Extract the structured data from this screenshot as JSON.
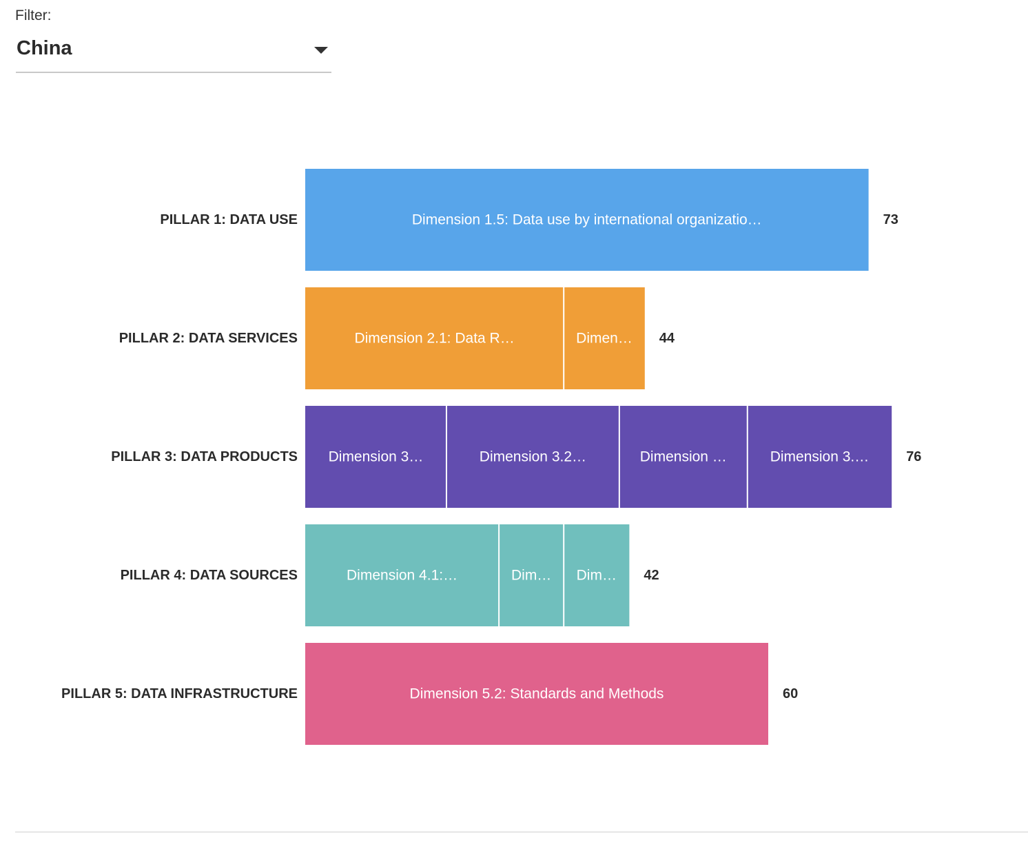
{
  "filter": {
    "label": "Filter:",
    "selected": "China"
  },
  "icons": {
    "caret": "chevron-down-icon"
  },
  "chart_data": {
    "type": "bar",
    "orientation": "horizontal",
    "stacked": true,
    "xlim": [
      0,
      100
    ],
    "grid": false,
    "legend": "none",
    "categories": [
      "PILLAR 1: DATA USE",
      "PILLAR 2: DATA SERVICES",
      "PILLAR 3: DATA PRODUCTS",
      "PILLAR 4: DATA SOURCES",
      "PILLAR 5: DATA INFRASTRUCTURE"
    ],
    "totals": [
      73,
      44,
      76,
      42,
      60
    ],
    "colors": [
      "#58a5ea",
      "#f09e37",
      "#624daf",
      "#70bfbd",
      "#e0628c"
    ],
    "segments": [
      [
        {
          "label": "Dimension 1.5: Data use by international organizatio…",
          "value": 73
        }
      ],
      [
        {
          "label": "Dimension 2.1: Data R…",
          "value": 33.5
        },
        {
          "label": "Dimen…",
          "value": 10.5
        }
      ],
      [
        {
          "label": "Dimension 3…",
          "value": 18.3
        },
        {
          "label": "Dimension 3.2…",
          "value": 22.4
        },
        {
          "label": "Dimension …",
          "value": 16.6
        },
        {
          "label": "Dimension 3.…",
          "value": 18.7
        }
      ],
      [
        {
          "label": "Dimension 4.1:…",
          "value": 25.1
        },
        {
          "label": "Dim…",
          "value": 8.4
        },
        {
          "label": "Dim…",
          "value": 8.5
        }
      ],
      [
        {
          "label": "Dimension 5.2: Standards and Methods",
          "value": 60
        }
      ]
    ]
  }
}
